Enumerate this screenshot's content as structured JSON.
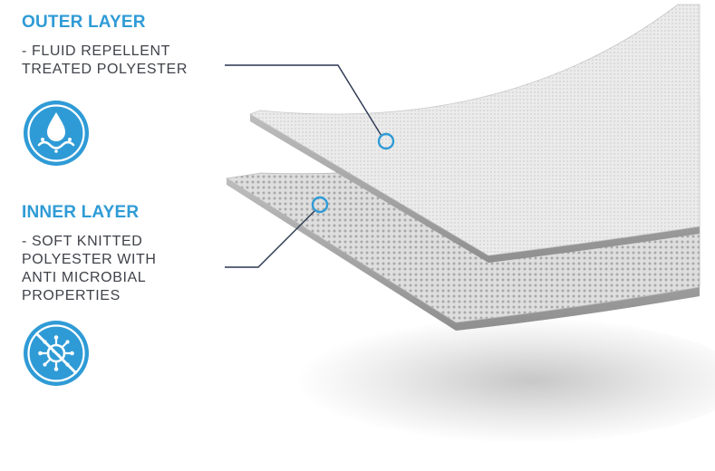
{
  "outer_layer": {
    "heading": "OUTER LAYER",
    "description_lines": [
      "- FLUID REPELLENT",
      "TREATED POLYESTER"
    ],
    "icon": "water-drop-icon"
  },
  "inner_layer": {
    "heading": "INNER LAYER",
    "description_lines": [
      "- SOFT KNITTED",
      "POLYESTER WITH",
      "ANTI MICROBIAL",
      "PROPERTIES"
    ],
    "icon": "anti-microbial-icon"
  },
  "colors": {
    "accent": "#2f9bd6",
    "heading": "#2f9bd6",
    "text": "#3f4249",
    "callout_line": "#2a3550",
    "fabric_outer": "#ececec",
    "fabric_inner": "#dcdcdc",
    "fabric_edge": "#9a9a9a"
  }
}
